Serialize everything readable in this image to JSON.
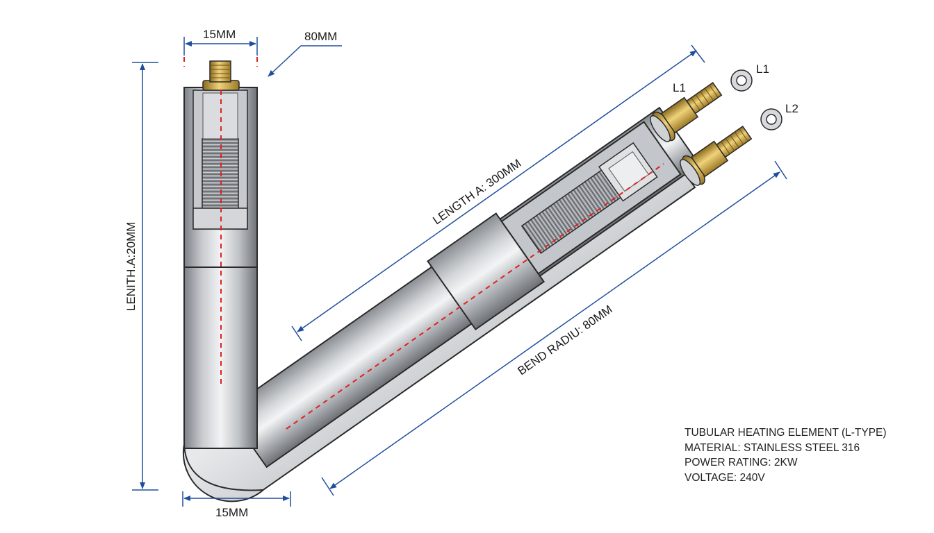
{
  "dimensions": {
    "top_width": "15MM",
    "top_offset": "80MM",
    "vertical_length": "LENITH.A:20MM",
    "diagonal_length": "LENGTH A: 300MM",
    "bend_radius": "BEND RADIU: 80MM",
    "bottom_width": "15MM"
  },
  "terminals": {
    "washer_1": "L1",
    "washer_2": "L2",
    "fitting_1": "L1"
  },
  "specs": {
    "title": "TUBULAR HEATING ELEMENT (L-TYPE)",
    "material": "MATERIAL: STAINLESS STEEL 316",
    "power": "POWER RATING: 2KW",
    "voltage": "VOLTAGE: 240V"
  },
  "colors": {
    "dimension_line": "#1f4e9c",
    "center_line": "#e02020",
    "tube_steel": "#b9bcc0",
    "brass": "#c9a23a"
  },
  "icons": [
    "brass-fitting-icon",
    "washer-icon"
  ]
}
